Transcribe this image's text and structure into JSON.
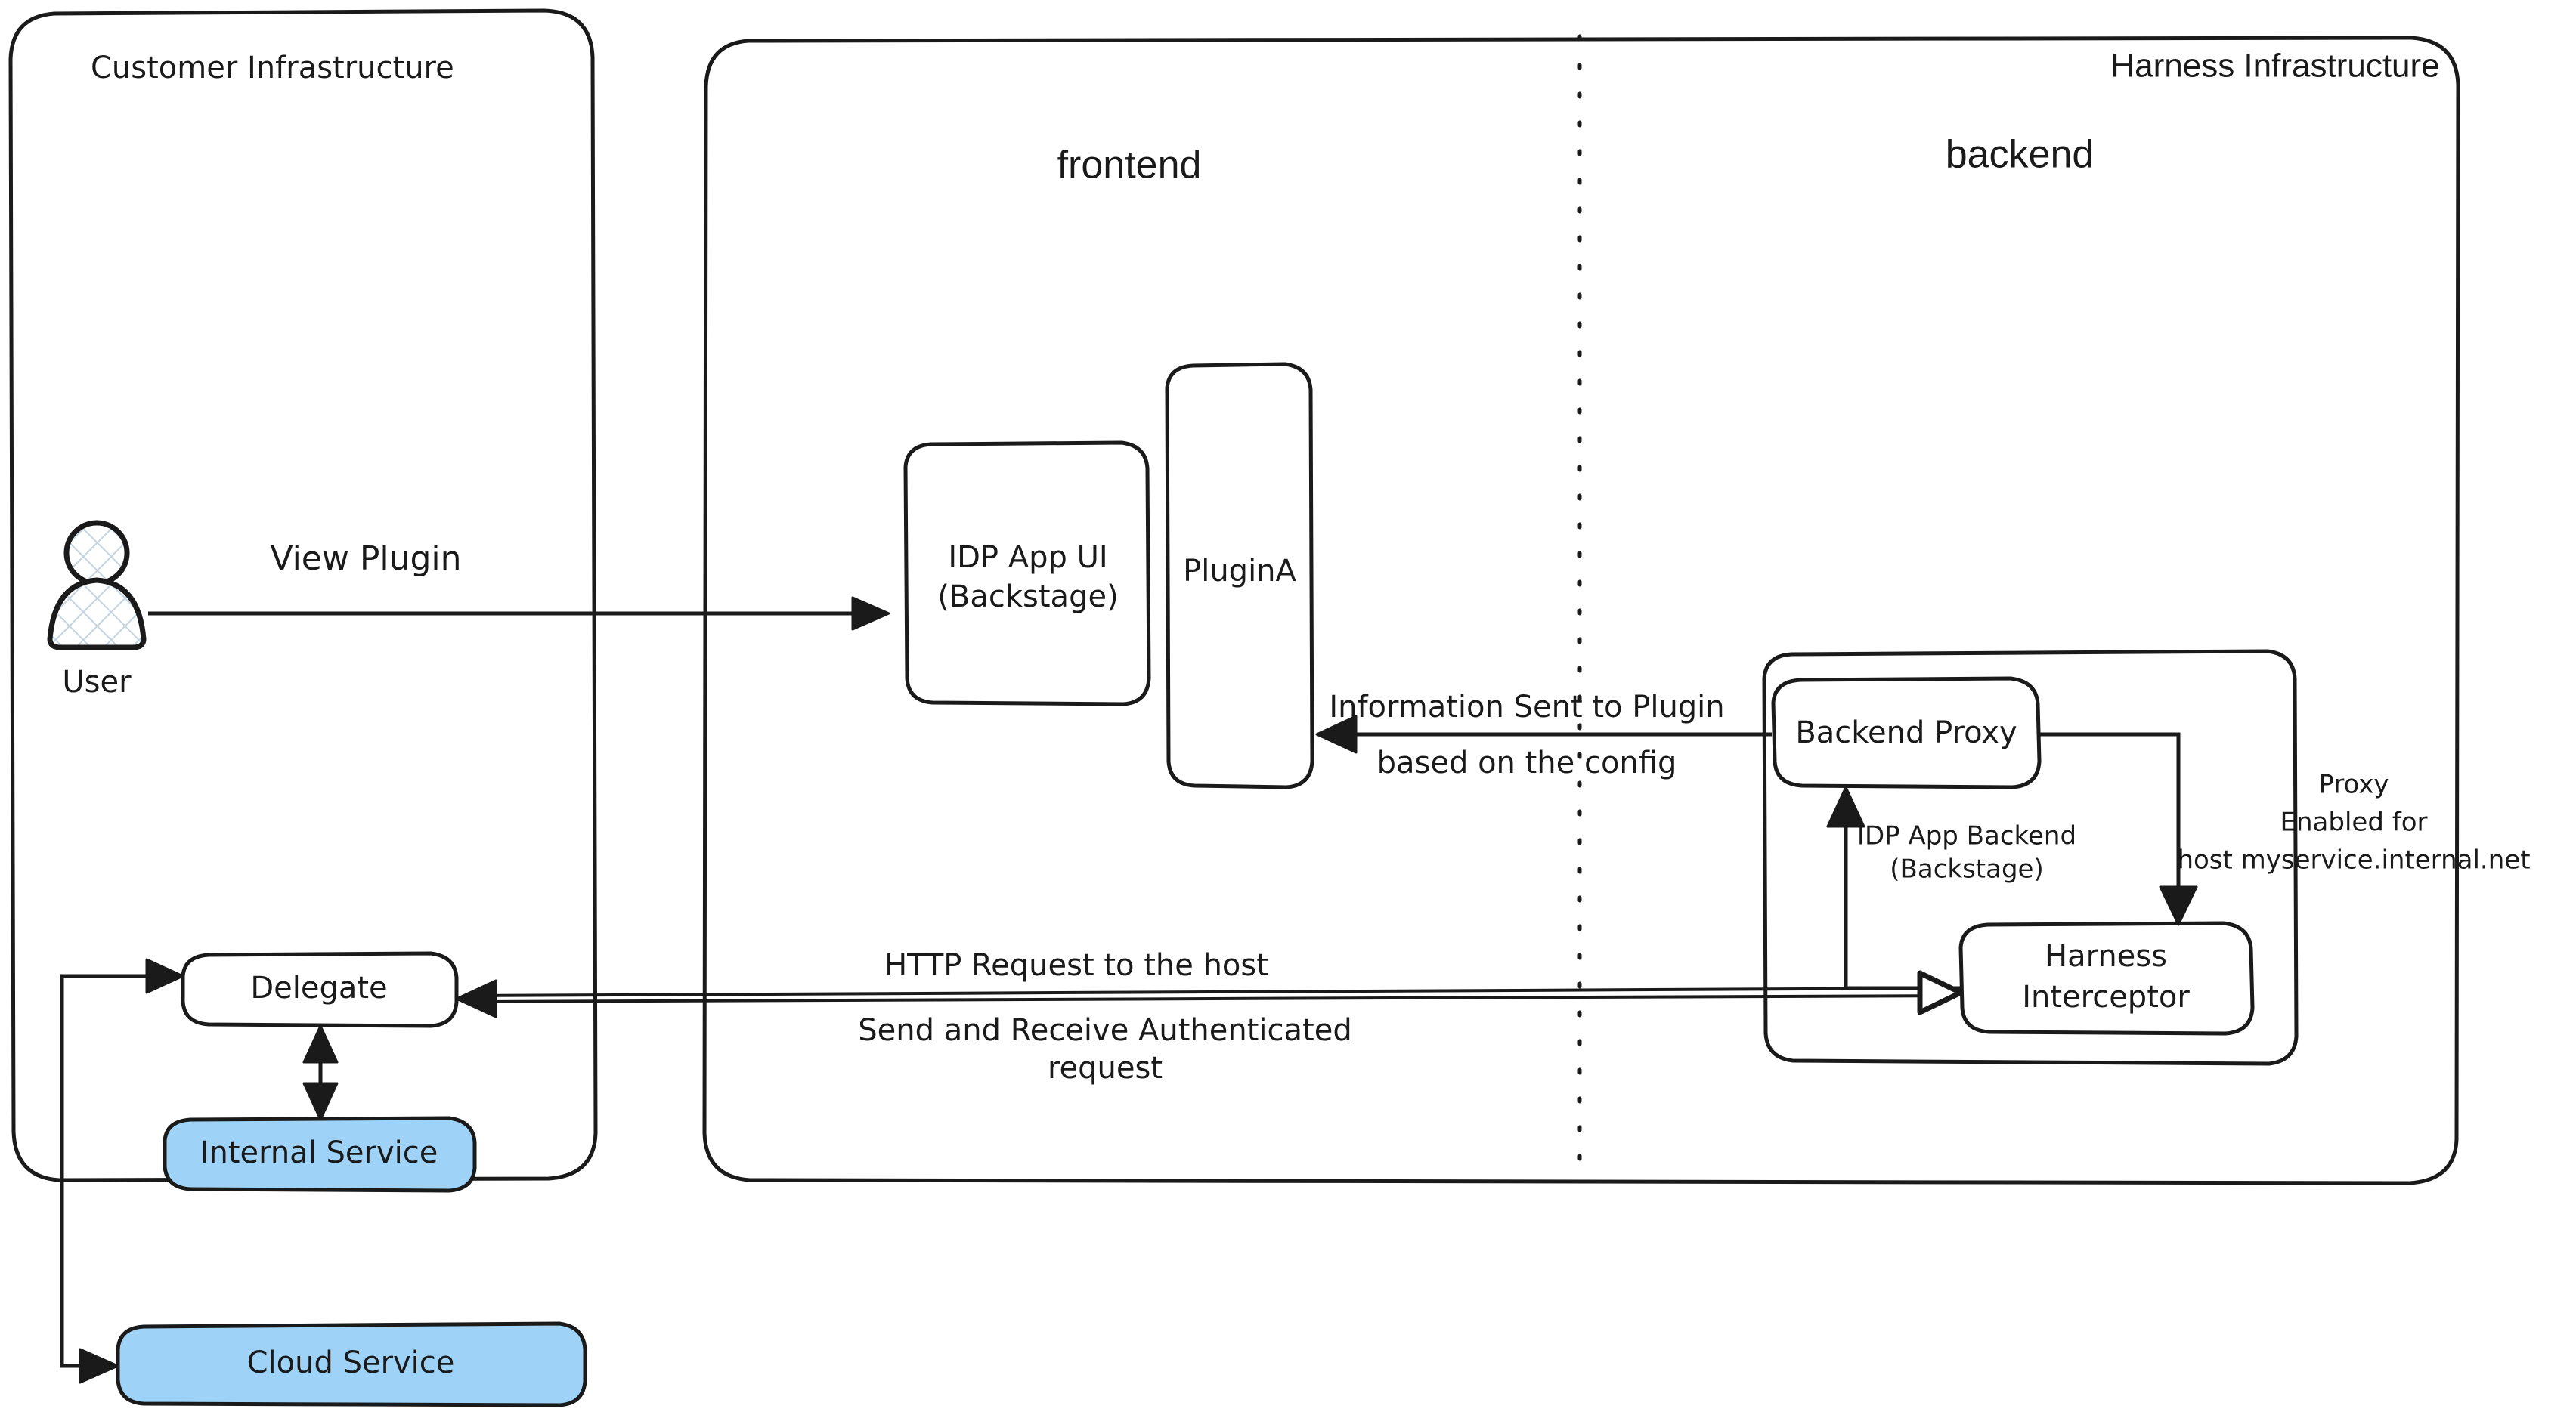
{
  "diagram": {
    "title": "Harness IDP Plugin Proxy Architecture",
    "colors": {
      "stroke": "#1a1a1a",
      "service_fill": "#9ed3f7",
      "background": "#ffffff"
    },
    "containers": [
      {
        "id": "customer-infrastructure",
        "label": "Customer Infrastructure",
        "font": "handwritten"
      },
      {
        "id": "harness-infrastructure",
        "label": "Harness Infrastructure",
        "font": "plain"
      },
      {
        "id": "idp-app-backend",
        "label": "IDP App Backend\n(Backstage)",
        "font": "handwritten"
      }
    ],
    "zones": {
      "frontend_label": "frontend",
      "backend_label": "backend"
    },
    "nodes": {
      "user": {
        "label": "User",
        "icon": "user-actor-icon"
      },
      "idp_app_ui": {
        "line1": "IDP App UI",
        "line2": "(Backstage)"
      },
      "plugin_a": {
        "label": "PluginA"
      },
      "backend_proxy": {
        "label": "Backend Proxy"
      },
      "harness_interceptor": {
        "line1": "Harness",
        "line2": "Interceptor"
      },
      "delegate": {
        "label": "Delegate"
      },
      "internal_service": {
        "label": "Internal Service",
        "filled": true
      },
      "cloud_service": {
        "label": "Cloud Service",
        "filled": true
      },
      "idp_app_backend_caption": {
        "line1": "IDP App Backend",
        "line2": "(Backstage)"
      }
    },
    "edge_labels": {
      "view_plugin": "View Plugin",
      "info_sent_line1": "Information Sent to Plugin",
      "info_sent_line2": "based on the config",
      "http_request": "HTTP Request to the host",
      "send_receive_line1": "Send and Receive Authenticated",
      "send_receive_line2": "request",
      "proxy_note_line1": "Proxy",
      "proxy_note_line2": "Enabled for",
      "proxy_note_line3": "host myservice.internal.net"
    }
  }
}
